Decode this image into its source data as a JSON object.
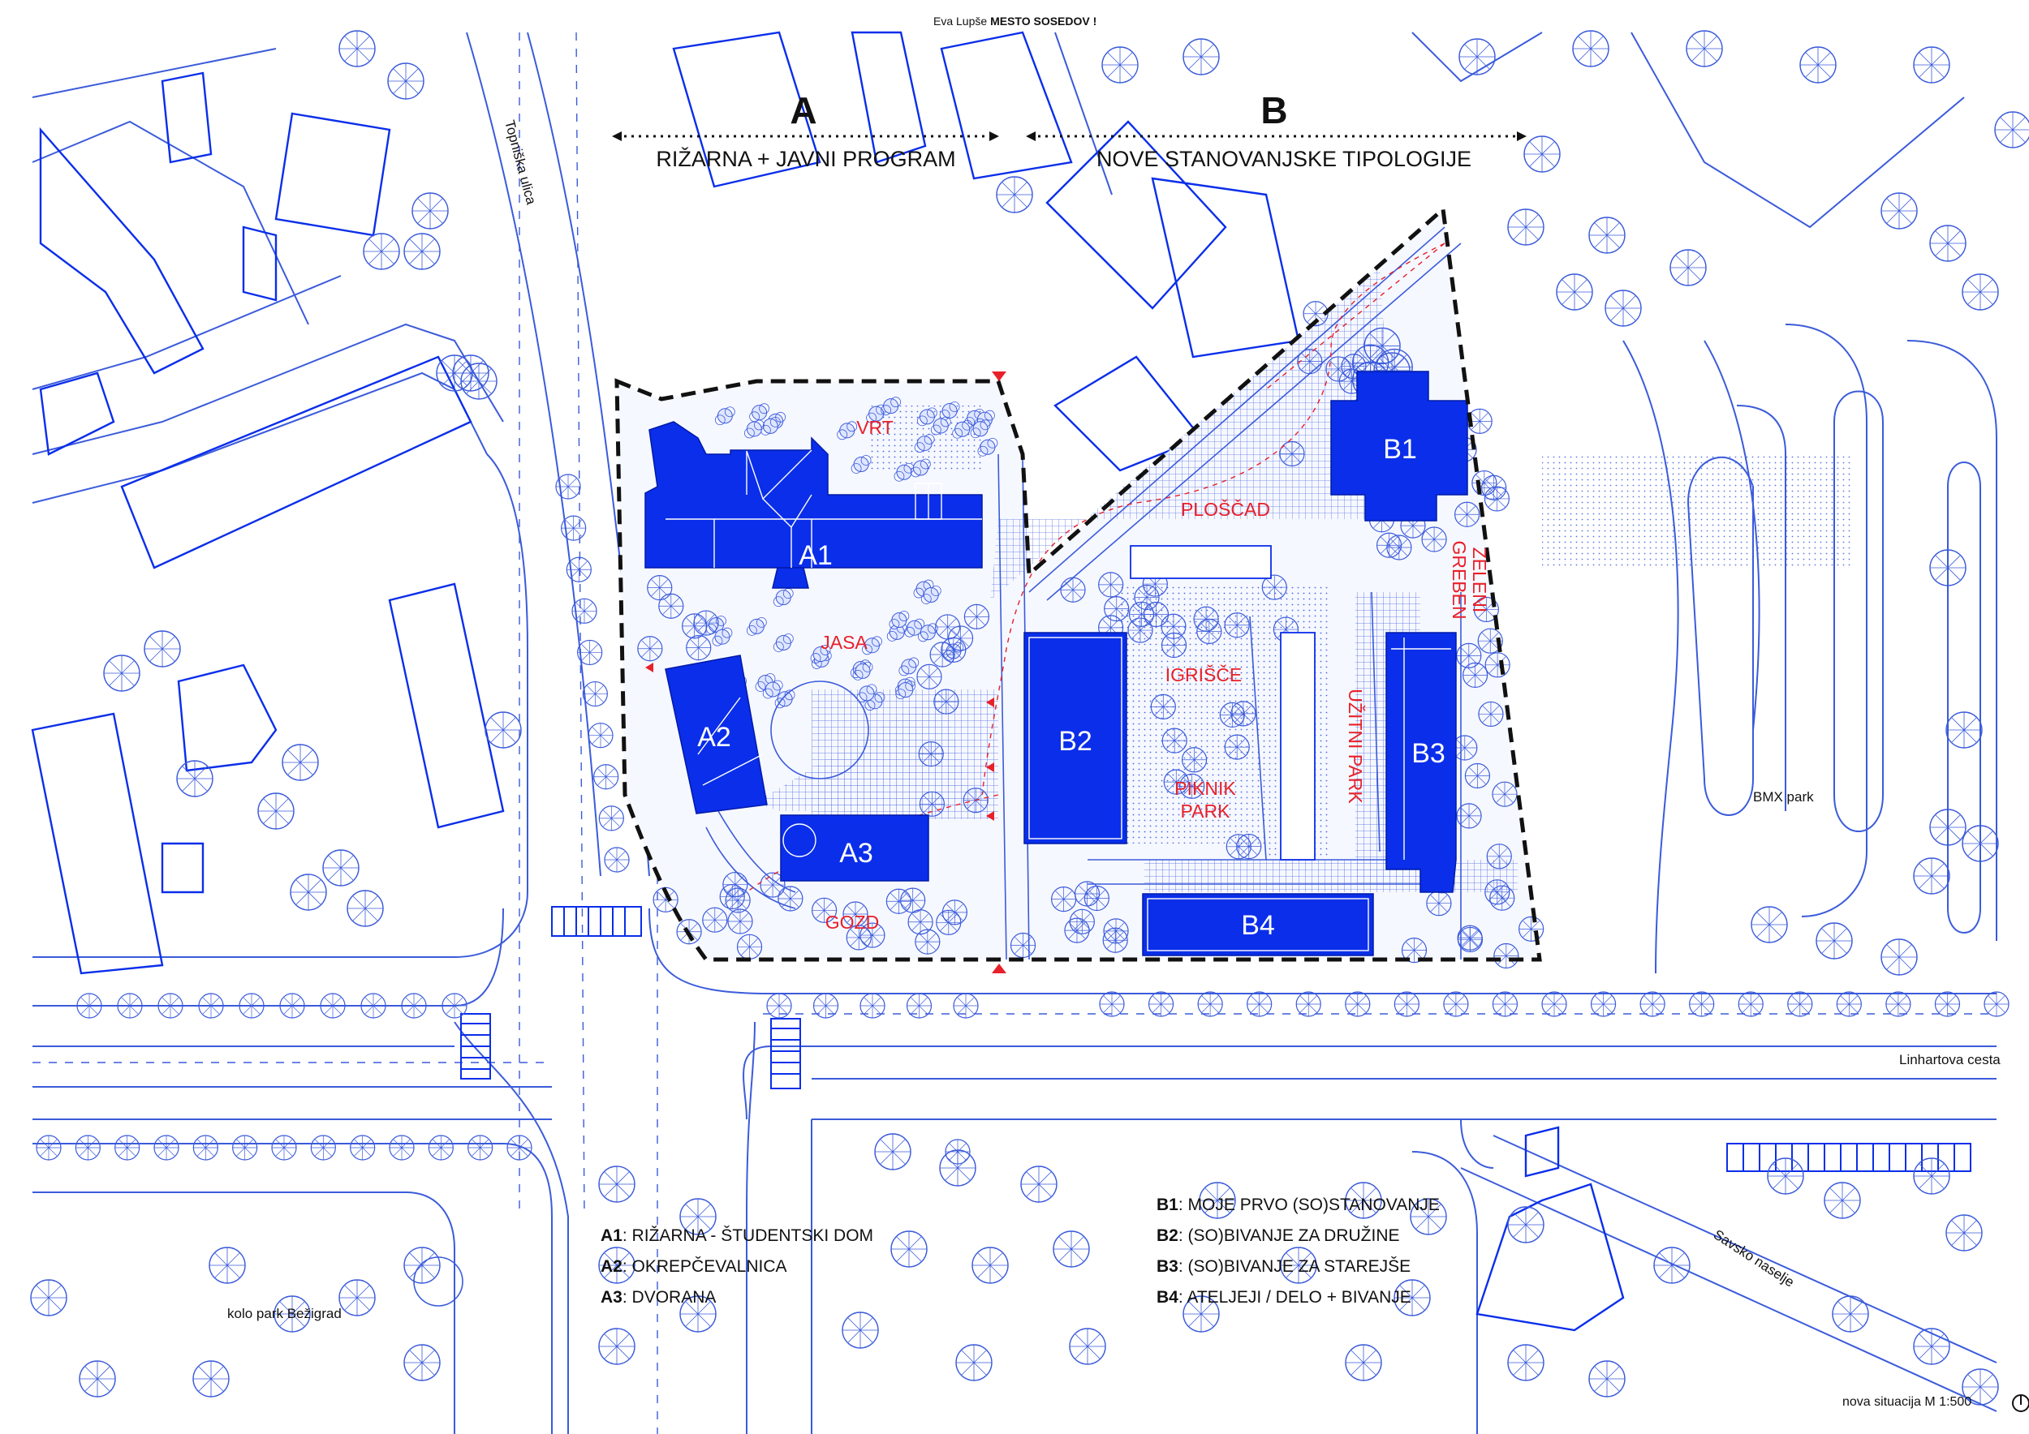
{
  "header": {
    "author": "Eva Lupše",
    "project_title": "MESTO SOSEDOV !"
  },
  "zones": [
    {
      "letter": "A",
      "subtitle": "RIŽARNA + JAVNI PROGRAM"
    },
    {
      "letter": "B",
      "subtitle": "NOVE STANOVANJSKE TIPOLOGIJE"
    }
  ],
  "buildings": {
    "A1": "A1",
    "A2": "A2",
    "A3": "A3",
    "B1": "B1",
    "B2": "B2",
    "B3": "B3",
    "B4": "B4"
  },
  "spaces": {
    "vrt": "VRT",
    "jasa": "JASA",
    "gozd": "GOZD",
    "ploscad": "PLOŠČAD",
    "igrisce": "IGRIŠČE",
    "piknik_1": "PIKNIK",
    "piknik_2": "PARK",
    "uzitni_park": "UŽITNI PARK",
    "zeleni_1": "ZELENI",
    "zeleni_2": "GREBEN"
  },
  "streets": {
    "topniska": "Topniška ulica",
    "linhartova": "Linhartova cesta",
    "savsko": "Savsko naselje",
    "bmx": "BMX park",
    "kolo_park": "kolo park Bežigrad"
  },
  "legend_a": [
    {
      "code": "A1",
      "text": ": RIŽARNA - ŠTUDENTSKI DOM"
    },
    {
      "code": "A2",
      "text": ": OKREPČEVALNICA"
    },
    {
      "code": "A3",
      "text": ": DVORANA"
    }
  ],
  "legend_b": [
    {
      "code": "B1",
      "text": ": MOJE PRVO (SO)STANOVANJE"
    },
    {
      "code": "B2",
      "text": ": (SO)BIVANJE ZA DRUŽINE"
    },
    {
      "code": "B3",
      "text": ": (SO)BIVANJE ZA STAREJŠE"
    },
    {
      "code": "B4",
      "text": ": ATELJEJI / DELO + BIVANJE"
    }
  ],
  "footer": {
    "scale": "nova situacija M 1:500"
  },
  "colors": {
    "line": "#3b5bdb",
    "building": "#0a2eea",
    "accent": "#e8202a",
    "boundary": "#111111"
  }
}
